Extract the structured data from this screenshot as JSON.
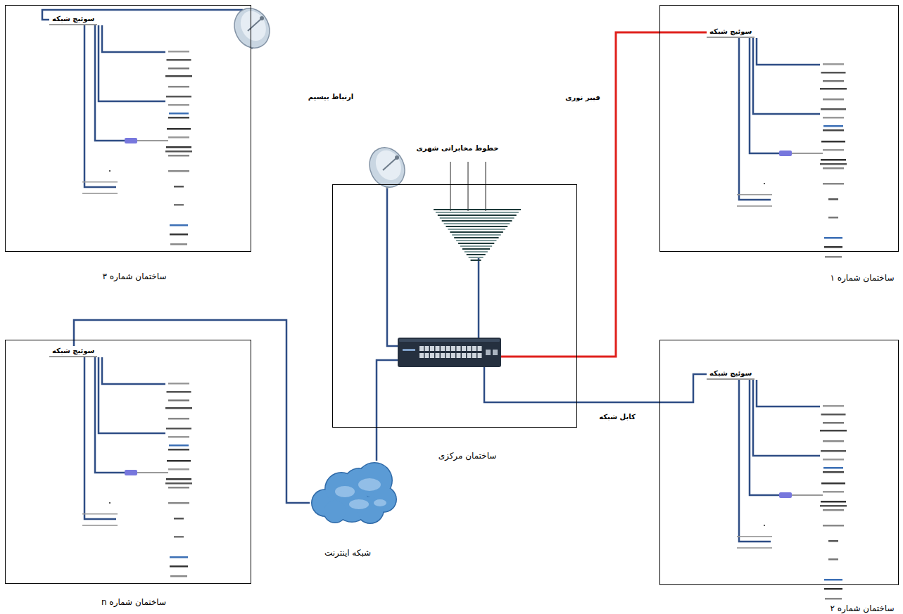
{
  "diagram": {
    "nodes": [
      {
        "text": [
          "ساختمان شماره ۳"
        ]
      },
      {
        "text": [
          "سوئیچ شبکه"
        ],
        "in": 0
      },
      {
        "text": [
          "ساختمان شماره ۱"
        ]
      },
      {
        "text": [
          "سوئیچ شبکه"
        ],
        "in": 2
      },
      {
        "text": [
          "ساختمان مرکزی"
        ]
      },
      {
        "text": [
          "ساختمان شماره n"
        ]
      },
      {
        "text": [
          "سوئیچ شبکه"
        ],
        "in": 5
      },
      {
        "text": [
          "شبکه اینترنت"
        ]
      },
      {
        "text": [
          "ساختمان شماره ۲"
        ]
      },
      {
        "text": [
          "سوئیچ شبکه"
        ],
        "in": 8
      }
    ],
    "edges": [
      {
        "from": 4,
        "to": 3,
        "label": "فیبر نوری",
        "arrow": "none"
      },
      {
        "from": 4,
        "to": 9,
        "label": "کابل شبکه",
        "arrow": "none"
      },
      {
        "from": 4,
        "to": 7,
        "arrow": "none"
      },
      {
        "from": 7,
        "to": 6,
        "arrow": "none"
      }
    ],
    "labels": [
      "ارتباط بیسیم",
      "خطوط مخابراتی شهری"
    ]
  }
}
